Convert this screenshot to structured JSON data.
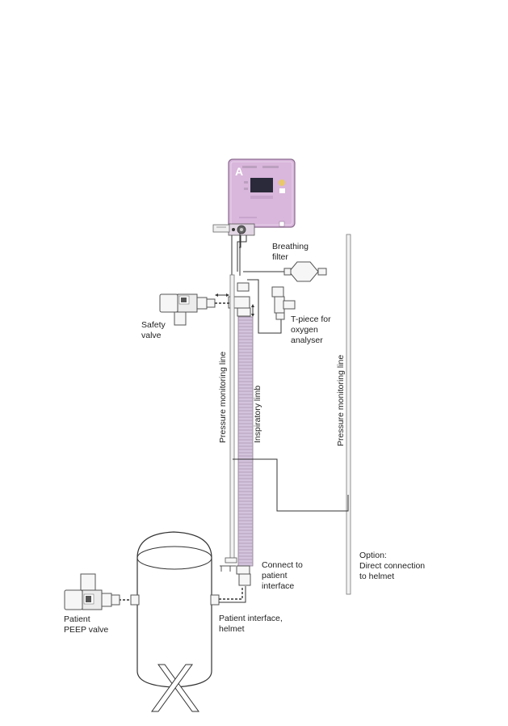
{
  "device": {
    "logo": "A",
    "brand_text": "",
    "model_text": ""
  },
  "labels": {
    "breathing_filter": [
      "Breathing",
      "filter"
    ],
    "safety_valve": [
      "Safety",
      "valve"
    ],
    "t_piece": [
      "T-piece for",
      "oxygen",
      "analyser"
    ],
    "pressure_line_left": "Pressure monitoring line",
    "inspiratory_limb": "Inspiratory limb",
    "pressure_line_right": "Pressure monitoring line",
    "connect_to": [
      "Connect to",
      "patient",
      "interface"
    ],
    "option": [
      "Option:",
      "Direct connection",
      "to helmet"
    ],
    "patient_interface": [
      "Patient interface,",
      "helmet"
    ],
    "peep_valve": [
      "Patient",
      "PEEP valve"
    ]
  },
  "colors": {
    "device": "#d9b6dc",
    "device_border": "#8a6a8e",
    "tube": "#d4c3dc",
    "line": "#333333"
  }
}
